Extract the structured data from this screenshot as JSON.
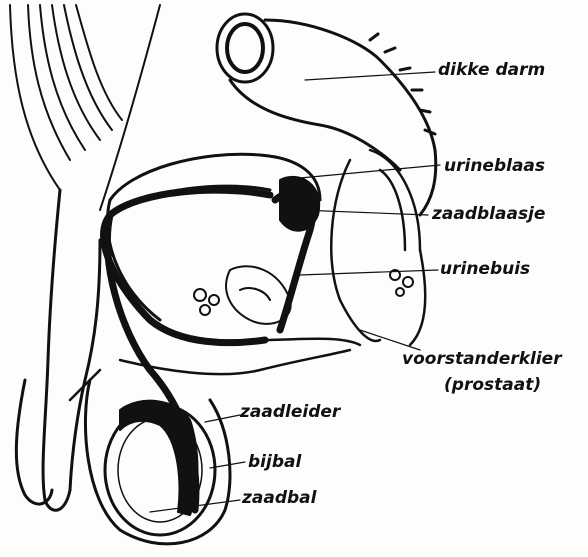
{
  "labels": {
    "dikke_darm": "dikke darm",
    "urineblaas": "urineblaas",
    "zaadblaasje": "zaadblaasje",
    "urinebuis": "urinebuis",
    "voorstanderklier_line1": "voorstanderklier",
    "voorstanderklier_line2": "(prostaat)",
    "zaadleider": "zaadleider",
    "bijbal": "bijbal",
    "zaadbal": "zaadbal"
  },
  "colors": {
    "ink": "#111111",
    "paper": "#fdfdfb"
  }
}
